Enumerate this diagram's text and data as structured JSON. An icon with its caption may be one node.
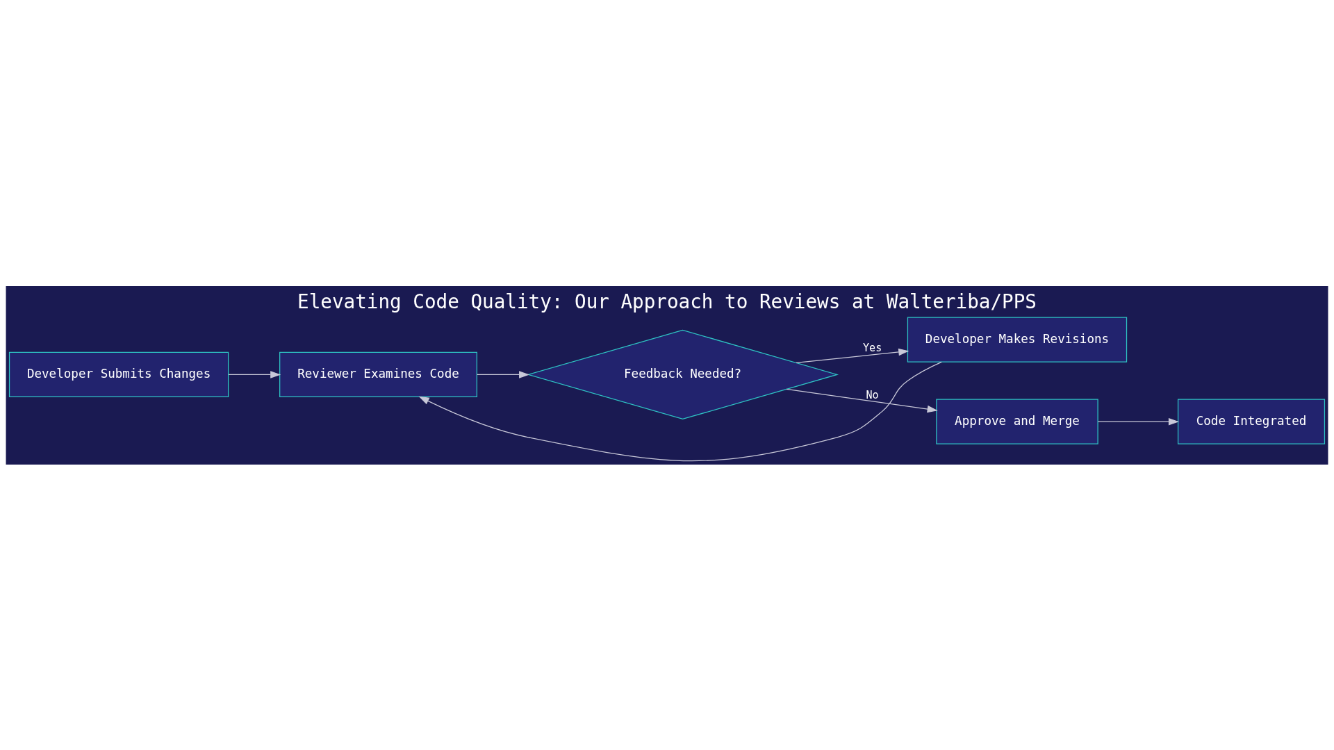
{
  "diagram": {
    "title": "Elevating Code Quality: Our Approach to Reviews at Walteriba/PPS",
    "nodes": [
      {
        "text": [
          "Developer Submits Changes"
        ]
      },
      {
        "text": [
          "Reviewer Examines Code"
        ]
      },
      {
        "text": [
          "Feedback Needed?"
        ]
      },
      {
        "text": [
          "Developer Makes Revisions"
        ]
      },
      {
        "text": [
          "Approve and Merge"
        ]
      },
      {
        "text": [
          "Code Integrated"
        ]
      }
    ],
    "edges": [
      {
        "from": 0,
        "to": 1,
        "arrow": "to"
      },
      {
        "from": 1,
        "to": 2,
        "arrow": "to"
      },
      {
        "from": 2,
        "to": 3,
        "arrow": "to",
        "label": "Yes"
      },
      {
        "from": 2,
        "to": 4,
        "arrow": "to",
        "label": "No"
      },
      {
        "from": 3,
        "to": 1,
        "arrow": "to"
      },
      {
        "from": 4,
        "to": 5,
        "arrow": "to"
      }
    ]
  }
}
